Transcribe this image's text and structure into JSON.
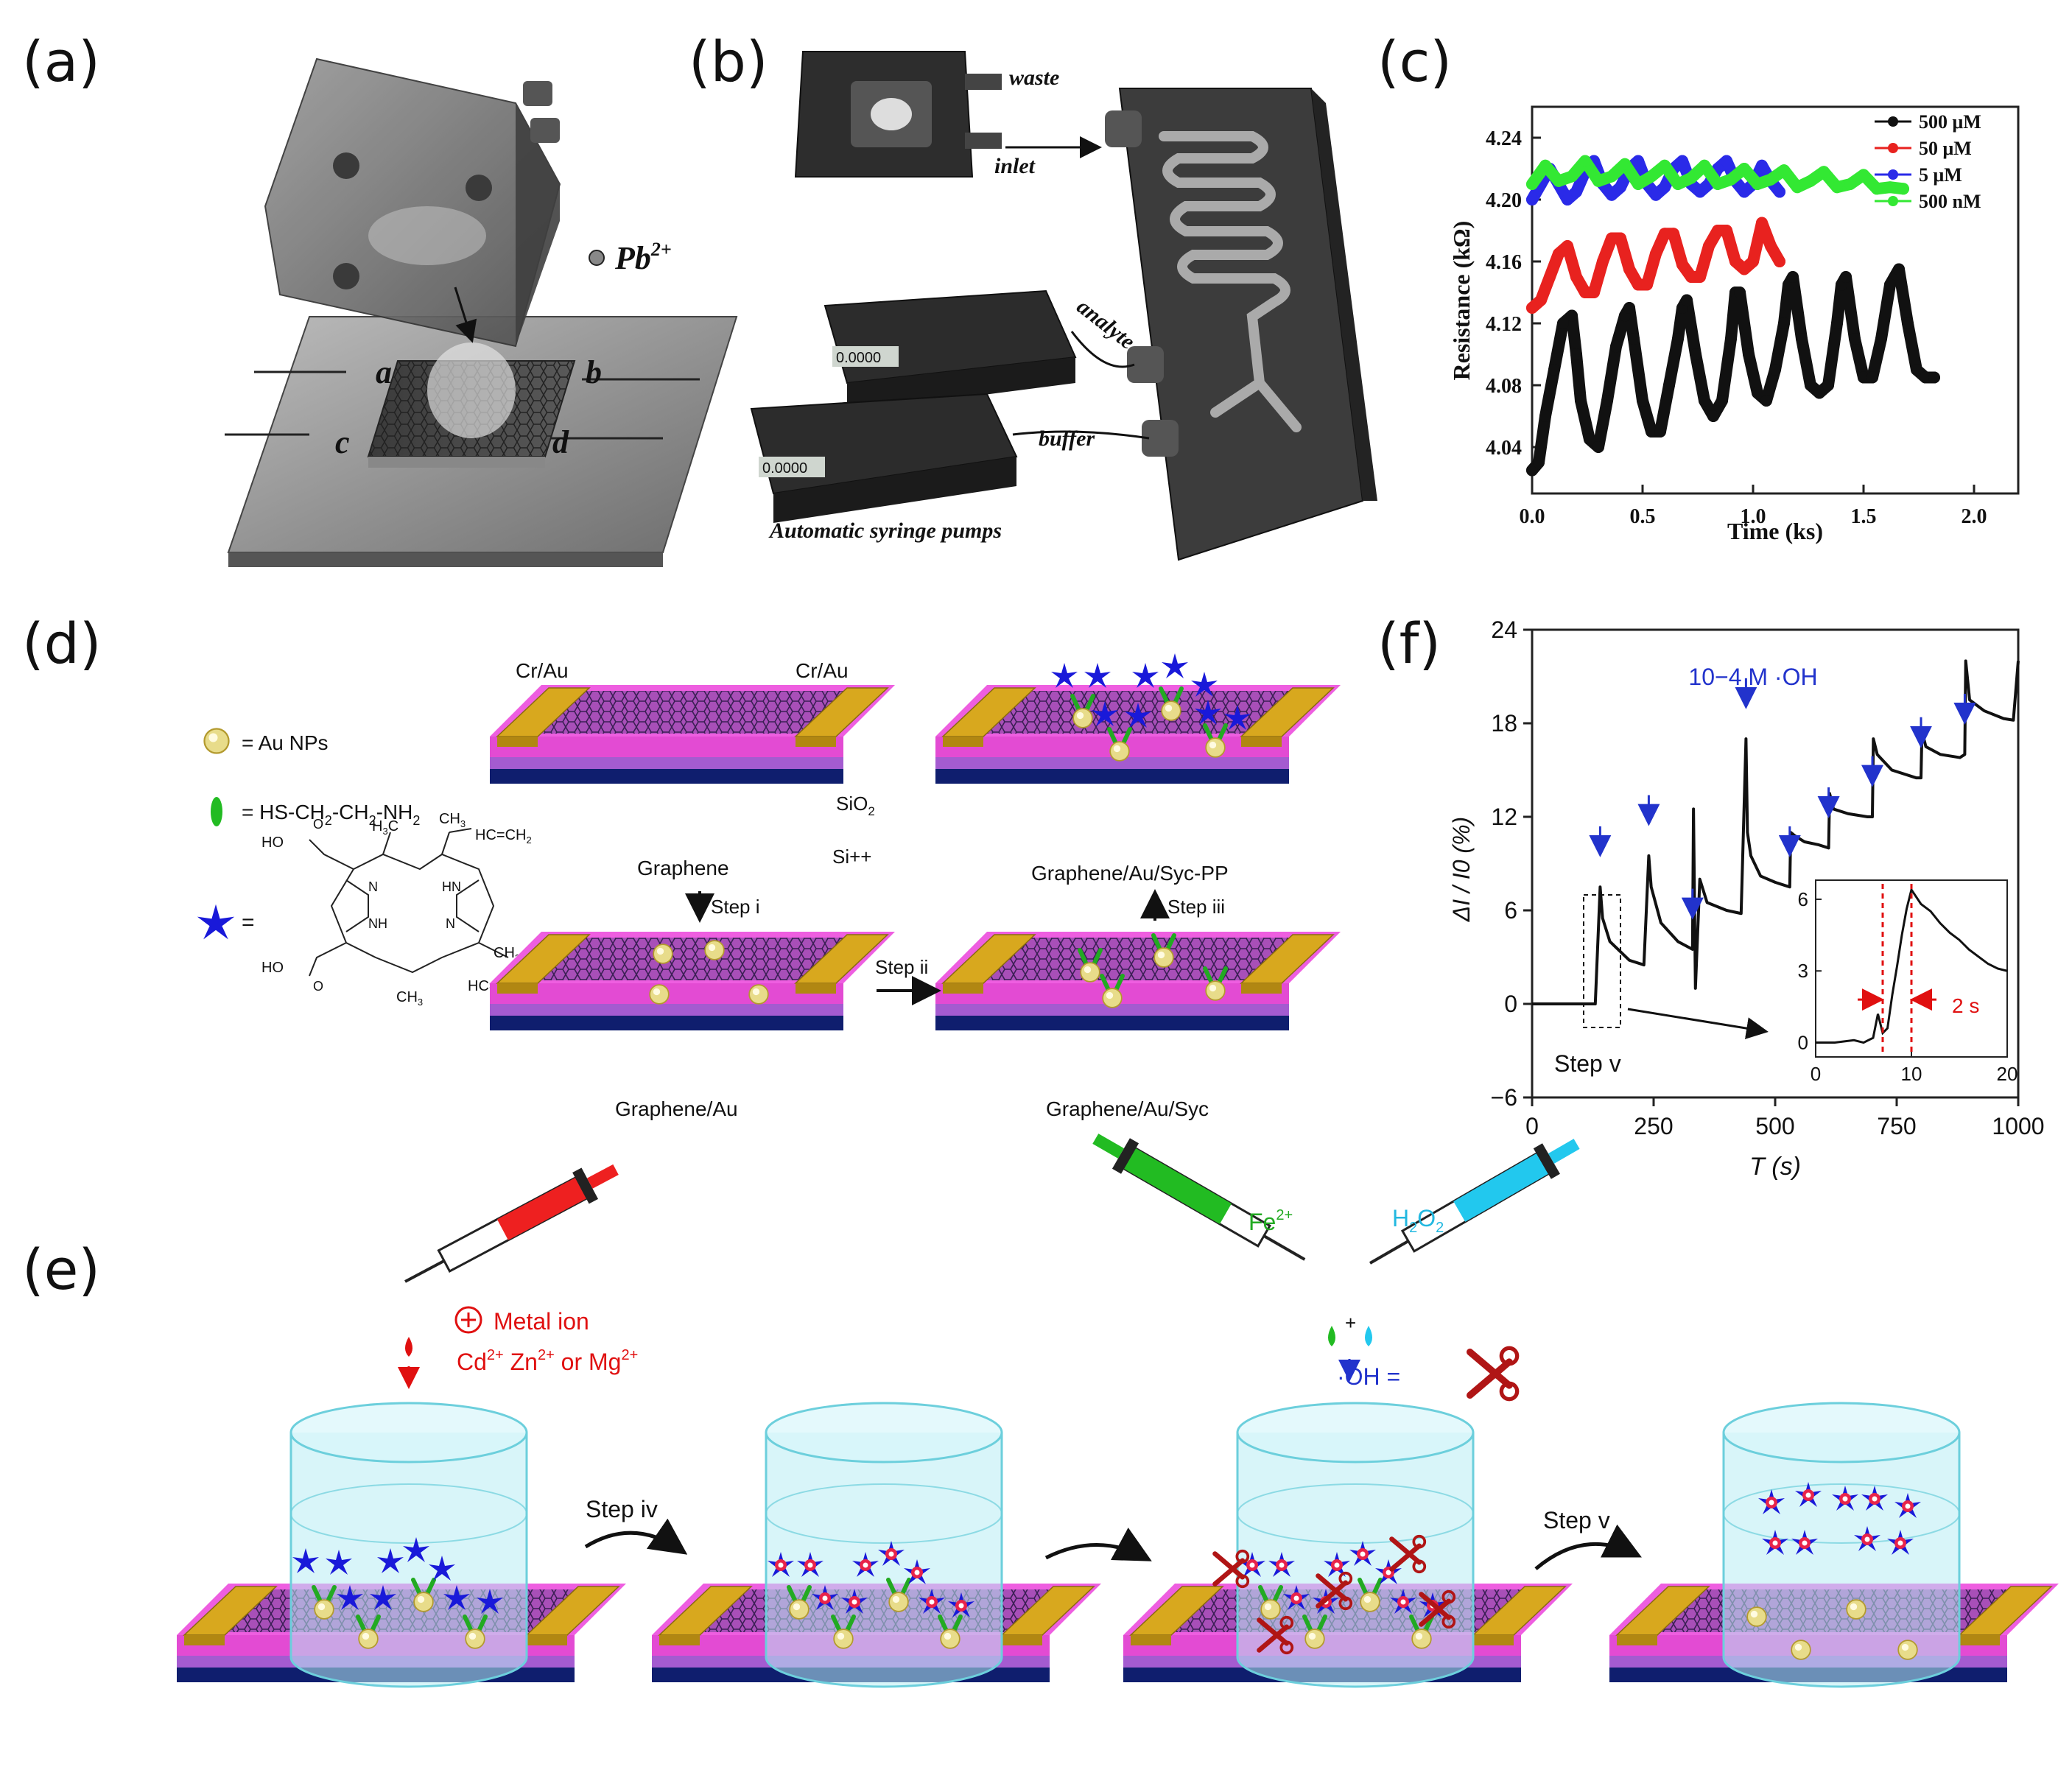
{
  "panel_labels": [
    "(a)",
    "(b)",
    "(c)",
    "(d)",
    "(e)",
    "(f)"
  ],
  "panel_a": {
    "ion": "Pb",
    "ion_charge": "2+",
    "corners": [
      "a",
      "b",
      "c",
      "d"
    ]
  },
  "panel_b": {
    "waste": "waste",
    "inlet": "inlet",
    "analyte": "analyte",
    "buffer": "buffer",
    "pumps": "Automatic syringe pumps",
    "display": "0.0000"
  },
  "panel_d": {
    "au_np": "= Au NPs",
    "linker_pre": "= HS-CH",
    "linker_mid": "-CH",
    "linker_post": "-NH",
    "eq": "=",
    "cr_au": "Cr/Au",
    "sio2": "SiO",
    "si": "Si++",
    "graphene": "Graphene",
    "graphene_au": "Graphene/Au",
    "graphene_au_syc": "Graphene/Au/Syc",
    "graphene_au_syc_pp": "Graphene/Au/Syc-PP",
    "step_i": "Step i",
    "step_ii": "Step ii",
    "step_iii": "Step iii",
    "chem": {
      "hooc": "HO",
      "c": "C",
      "o": "O",
      "h3c": "H",
      "ch3": "CH",
      "nh": "NH",
      "hn": "HN",
      "n": "N",
      "hc_ch2": "HC=CH"
    }
  },
  "panel_e": {
    "metal_ion": "Metal ion",
    "ions_line": "Cd  Zn  or Mg",
    "fe": "Fe",
    "h2o2": "H O",
    "oh": "·OH =",
    "step_iv": "Step iv",
    "step_v": "Step v"
  },
  "chart_data": [
    {
      "type": "line",
      "title": "",
      "xlabel": "Time (ks)",
      "ylabel": "Resistance (kΩ)",
      "xlim": [
        0.0,
        2.2
      ],
      "ylim": [
        4.01,
        4.26
      ],
      "xticks": [
        0.0,
        0.5,
        1.0,
        1.5,
        2.0
      ],
      "xtick_labels": [
        "0.0",
        "0.5",
        "1.0",
        "1.5",
        "2.0"
      ],
      "yticks": [
        4.04,
        4.08,
        4.12,
        4.16,
        4.2,
        4.24
      ],
      "ytick_labels": [
        "4.04",
        "4.08",
        "4.12",
        "4.16",
        "4.20",
        "4.24"
      ],
      "legend_position": "top-right",
      "series": [
        {
          "name": "500 μM",
          "color": "#111111",
          "x": [
            0.0,
            0.03,
            0.06,
            0.1,
            0.14,
            0.18,
            0.2,
            0.22,
            0.26,
            0.3,
            0.34,
            0.38,
            0.42,
            0.44,
            0.46,
            0.5,
            0.54,
            0.58,
            0.62,
            0.66,
            0.68,
            0.7,
            0.74,
            0.78,
            0.82,
            0.86,
            0.9,
            0.92,
            0.94,
            0.98,
            1.02,
            1.06,
            1.1,
            1.14,
            1.16,
            1.18,
            1.22,
            1.26,
            1.3,
            1.34,
            1.38,
            1.4,
            1.42,
            1.46,
            1.5,
            1.54,
            1.58,
            1.62,
            1.66,
            1.7,
            1.74,
            1.78,
            1.82
          ],
          "y": [
            4.025,
            4.03,
            4.06,
            4.09,
            4.12,
            4.125,
            4.1,
            4.07,
            4.045,
            4.04,
            4.07,
            4.105,
            4.125,
            4.13,
            4.11,
            4.07,
            4.05,
            4.05,
            4.08,
            4.11,
            4.13,
            4.135,
            4.1,
            4.07,
            4.06,
            4.07,
            4.11,
            4.14,
            4.14,
            4.1,
            4.075,
            4.07,
            4.09,
            4.12,
            4.145,
            4.15,
            4.11,
            4.08,
            4.075,
            4.08,
            4.12,
            4.145,
            4.15,
            4.11,
            4.085,
            4.085,
            4.11,
            4.145,
            4.155,
            4.12,
            4.09,
            4.085,
            4.085
          ]
        },
        {
          "name": "50 μM",
          "color": "#e8221f",
          "x": [
            0.0,
            0.04,
            0.08,
            0.12,
            0.16,
            0.2,
            0.24,
            0.28,
            0.32,
            0.36,
            0.4,
            0.44,
            0.48,
            0.52,
            0.56,
            0.6,
            0.64,
            0.68,
            0.72,
            0.76,
            0.8,
            0.84,
            0.88,
            0.92,
            0.96,
            1.0,
            1.04,
            1.08,
            1.12
          ],
          "y": [
            4.13,
            4.135,
            4.15,
            4.165,
            4.17,
            4.15,
            4.14,
            4.14,
            4.16,
            4.175,
            4.175,
            4.155,
            4.145,
            4.145,
            4.165,
            4.178,
            4.178,
            4.158,
            4.15,
            4.15,
            4.17,
            4.18,
            4.18,
            4.16,
            4.155,
            4.16,
            4.185,
            4.17,
            4.16
          ]
        },
        {
          "name": "5 μM",
          "color": "#2a2ae8",
          "x": [
            0.0,
            0.04,
            0.08,
            0.12,
            0.16,
            0.2,
            0.24,
            0.28,
            0.32,
            0.36,
            0.4,
            0.44,
            0.48,
            0.52,
            0.56,
            0.6,
            0.64,
            0.68,
            0.72,
            0.76,
            0.8,
            0.84,
            0.88,
            0.92,
            0.96,
            1.0,
            1.04,
            1.08,
            1.12
          ],
          "y": [
            4.2,
            4.21,
            4.22,
            4.21,
            4.2,
            4.205,
            4.218,
            4.225,
            4.21,
            4.203,
            4.208,
            4.22,
            4.225,
            4.21,
            4.203,
            4.208,
            4.22,
            4.225,
            4.21,
            4.205,
            4.21,
            4.22,
            4.225,
            4.212,
            4.205,
            4.21,
            4.222,
            4.212,
            4.205
          ]
        },
        {
          "name": "500 nM",
          "color": "#33e833",
          "x": [
            0.0,
            0.06,
            0.12,
            0.18,
            0.24,
            0.3,
            0.36,
            0.42,
            0.48,
            0.54,
            0.6,
            0.66,
            0.72,
            0.78,
            0.84,
            0.9,
            0.96,
            1.02,
            1.08,
            1.14,
            1.2,
            1.26,
            1.32,
            1.38,
            1.44,
            1.5,
            1.56,
            1.62,
            1.68
          ],
          "y": [
            4.21,
            4.222,
            4.212,
            4.215,
            4.225,
            4.212,
            4.215,
            4.223,
            4.21,
            4.215,
            4.222,
            4.21,
            4.214,
            4.222,
            4.21,
            4.213,
            4.22,
            4.21,
            4.213,
            4.219,
            4.208,
            4.212,
            4.218,
            4.208,
            4.21,
            4.216,
            4.207,
            4.208,
            4.207
          ]
        }
      ]
    },
    {
      "type": "line",
      "title": "",
      "xlabel": "T (s)",
      "ylabel": "ΔI / I0 (%)",
      "xlim": [
        0,
        1000
      ],
      "ylim": [
        -6,
        24
      ],
      "xticks": [
        0,
        250,
        500,
        750,
        1000
      ],
      "xtick_labels": [
        "0",
        "250",
        "500",
        "750",
        "1000"
      ],
      "yticks": [
        -6,
        0,
        6,
        12,
        18,
        24
      ],
      "ytick_labels": [
        "−6",
        "0",
        "6",
        "12",
        "18",
        "24"
      ],
      "annotation": "10−4 M ·OH",
      "arrow_x": [
        140,
        240,
        330,
        440,
        530,
        610,
        700,
        800,
        890
      ],
      "series": [
        {
          "name": "",
          "color": "#111111",
          "x": [
            0,
            130,
            140,
            145,
            160,
            200,
            230,
            240,
            245,
            265,
            300,
            330,
            332,
            336,
            345,
            360,
            400,
            430,
            440,
            443,
            450,
            470,
            500,
            530,
            532,
            540,
            560,
            590,
            610,
            612,
            620,
            650,
            690,
            700,
            702,
            710,
            740,
            790,
            800,
            802,
            810,
            840,
            880,
            890,
            892,
            900,
            930,
            970,
            990,
            1000
          ],
          "y": [
            0,
            0,
            7.5,
            5.5,
            4,
            2.8,
            2.5,
            9.5,
            7.5,
            5.2,
            4,
            3.5,
            12.5,
            1,
            8,
            6.5,
            6,
            5.8,
            17,
            11,
            9.5,
            8.2,
            7.8,
            7.5,
            11,
            10.8,
            10.4,
            10.2,
            10,
            13.5,
            12.5,
            12.2,
            12,
            12,
            17,
            16,
            15,
            14.5,
            14.5,
            17.5,
            16.5,
            16,
            15.8,
            16,
            22,
            19.5,
            18.8,
            18.3,
            18.2,
            22
          ]
        }
      ],
      "inset": {
        "xlim": [
          0,
          20
        ],
        "ylim": [
          -0.6,
          6.8
        ],
        "xticks": [
          0,
          10,
          20
        ],
        "yticks": [
          0,
          3,
          6
        ],
        "annotation": "2 s",
        "marks_x": [
          7,
          10
        ],
        "x": [
          0,
          2,
          4,
          5,
          6,
          6.5,
          7,
          7.5,
          8,
          8.5,
          9,
          9.5,
          10,
          10.5,
          11,
          12,
          13,
          14,
          15,
          16,
          17,
          18,
          19,
          20
        ],
        "y": [
          0,
          0,
          0.1,
          0,
          0.2,
          1.2,
          0.4,
          0.6,
          2,
          3.2,
          4.5,
          5.6,
          6.4,
          6.1,
          5.8,
          5.5,
          5,
          4.6,
          4.3,
          3.9,
          3.6,
          3.3,
          3.1,
          3.0
        ]
      }
    }
  ]
}
